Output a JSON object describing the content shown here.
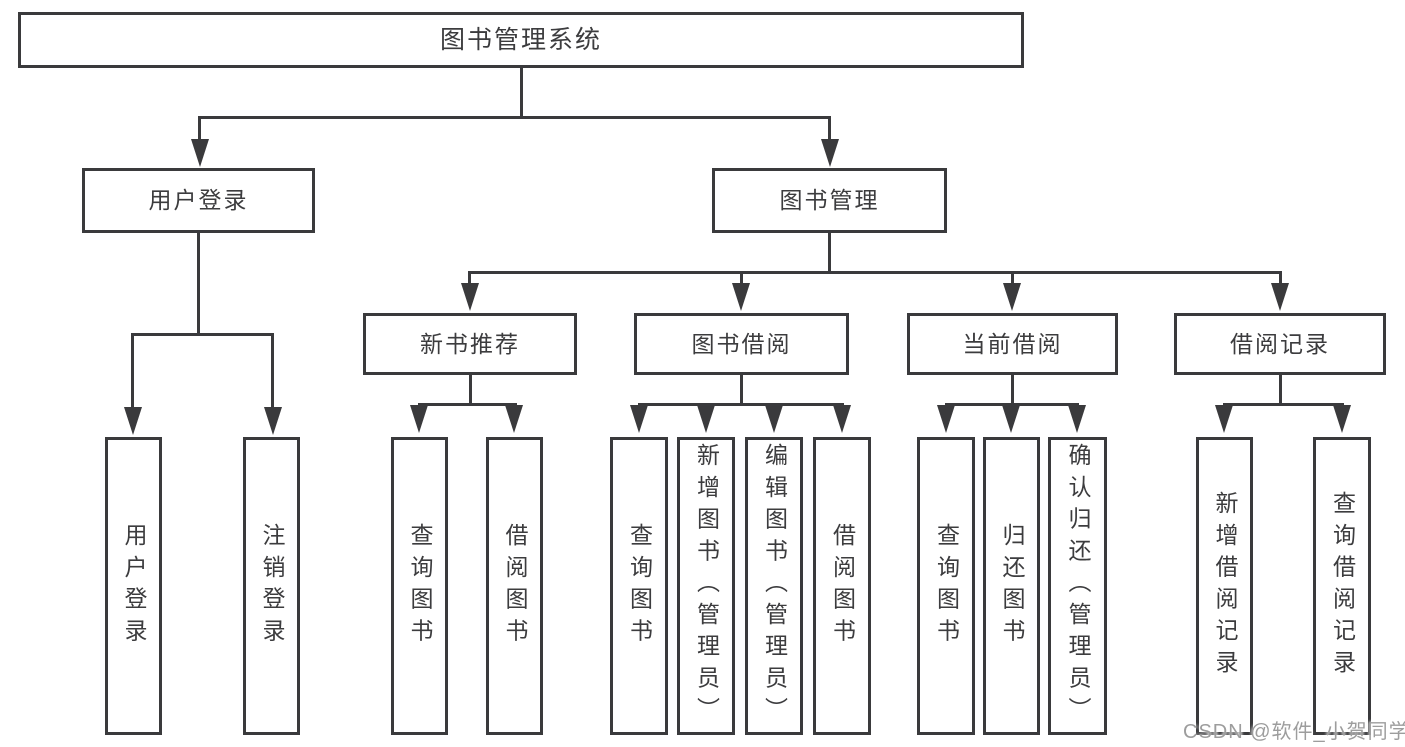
{
  "diagram": {
    "watermark": "CSDN @软件_小贺同学",
    "colors": {
      "line": "#3a3a3c",
      "box_border": "#3a3a3c",
      "text": "#3c3c3e",
      "background": "#ffffff",
      "watermark": "#9d9d9d"
    },
    "tree": {
      "label": "图书管理系统",
      "children": [
        {
          "label": "用户登录",
          "children": [
            {
              "label": "用户登录"
            },
            {
              "label": "注销登录"
            }
          ]
        },
        {
          "label": "图书管理",
          "children": [
            {
              "label": "新书推荐",
              "children": [
                {
                  "label": "查询图书"
                },
                {
                  "label": "借阅图书"
                }
              ]
            },
            {
              "label": "图书借阅",
              "children": [
                {
                  "label": "查询图书"
                },
                {
                  "label": "新增图书（管理员）"
                },
                {
                  "label": "编辑图书（管理员）"
                },
                {
                  "label": "借阅图书"
                }
              ]
            },
            {
              "label": "当前借阅",
              "children": [
                {
                  "label": "查询图书"
                },
                {
                  "label": "归还图书"
                },
                {
                  "label": "确认归还（管理员）"
                }
              ]
            },
            {
              "label": "借阅记录",
              "children": [
                {
                  "label": "新增借阅记录"
                },
                {
                  "label": "查询借阅记录"
                }
              ]
            }
          ]
        }
      ]
    }
  }
}
